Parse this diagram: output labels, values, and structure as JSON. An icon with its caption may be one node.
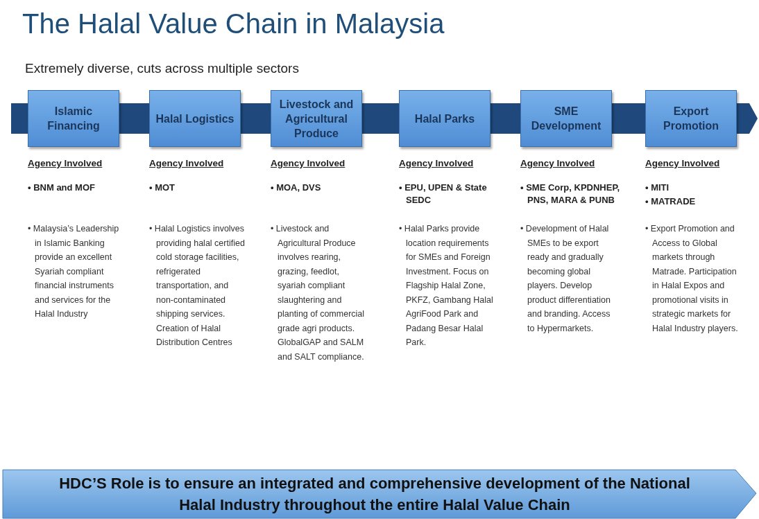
{
  "diagram": {
    "title": "The Halal Value Chain in Malaysia",
    "nodes": [
      {
        "text": [
          "Islamic Financing"
        ]
      },
      {
        "text": [
          "Halal Logistics"
        ]
      },
      {
        "text": [
          "Livestock and Agricultural Produce"
        ]
      },
      {
        "text": [
          "Halal Parks"
        ]
      },
      {
        "text": [
          "SME Development"
        ]
      },
      {
        "text": [
          "Export Promotion"
        ]
      },
      {
        "text": [
          "HDC’S Role is to ensure an integrated and comprehensive development of the National Halal Industry throughout the entire Halal Value Chain"
        ]
      }
    ],
    "labels": [
      "Extremely diverse, cuts across multiple sectors",
      "Agency Involved",
      "Agency Involved",
      "Agency Involved",
      "Agency Involved",
      "Agency Involved",
      "Agency Involved",
      "• BNM and MOF",
      "• MOT",
      "• MOA, DVS",
      "• EPU, UPEN & State SEDC",
      "• SME Corp, KPDNHEP, PNS, MARA & PUNB",
      "• MITI",
      "• MATRADE",
      "• Malaysia’s Leadership in Islamic Banking provide an excellent Syariah compliant financial instruments and services for the Halal Industry",
      "• Halal Logistics involves providing halal certified cold storage facilities, refrigerated transportation, and non-contaminated shipping services. Creation of Halal Distribution Centres",
      "• Livestock and Agricultural Produce involves rearing, grazing, feedlot, syariah compliant slaughtering and planting of commercial grade agri products. GlobalGAP and SALM and SALT compliance.",
      "• Halal Parks provide location requirements for SMEs and Foreign Investment. Focus on Flagship Halal Zone, PKFZ, Gambang Halal AgriFood Park and Padang Besar Halal Park.",
      "• Development of Halal SMEs to be export ready and gradually becoming global players. Develop product differentiation and branding. Access to Hypermarkets.",
      "• Export Promotion and Access to Global markets through Matrade. Participation in Halal Expos and promotional visits in strategic markets for Halal Industry players."
    ]
  }
}
